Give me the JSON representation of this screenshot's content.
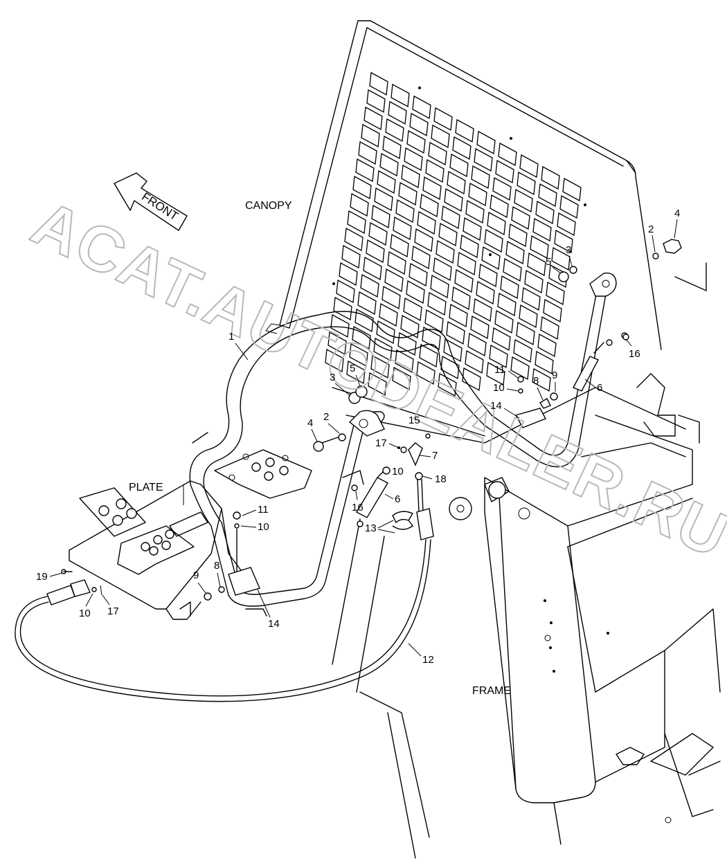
{
  "watermark": "ACAT.AUTODEALER.RU",
  "direction_arrow": {
    "label": "FRONT"
  },
  "areas": {
    "canopy": "CANOPY",
    "plate": "PLATE",
    "frame": "FRAME"
  },
  "part_numbers": {
    "p1": "1",
    "p2_right": "2",
    "p2_left": "2",
    "p3_right": "3",
    "p3_left": "3",
    "p4_right": "4",
    "p4_left": "4",
    "p5_right": "5",
    "p5_left": "5",
    "p6_right": "6",
    "p6_left": "6",
    "p7": "7",
    "p8_right": "8",
    "p8_left": "8",
    "p9_right": "9",
    "p9_left": "9",
    "p10_right": "10",
    "p10_mid": "10",
    "p10_left": "10",
    "p10_cable": "10",
    "p11_right": "11",
    "p11_left": "11",
    "p12": "12",
    "p13": "13",
    "p14_right": "14",
    "p14_left": "14",
    "p15": "15",
    "p16_right": "16",
    "p16_left": "16",
    "p17_mid": "17",
    "p17_cable": "17",
    "p18": "18",
    "p19": "19"
  }
}
